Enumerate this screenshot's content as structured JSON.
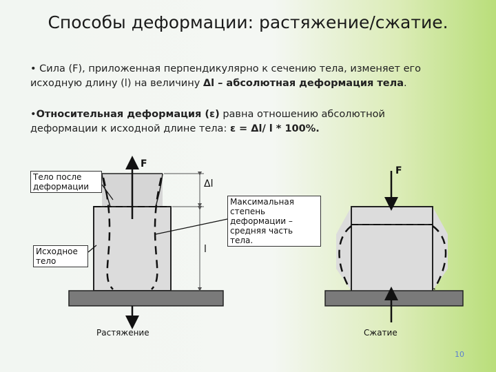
{
  "slide": {
    "title": "Способы деформации: растяжение/сжатие.",
    "para1": {
      "bullet": "•",
      "text1": "Сила (F), приложенная перпендикулярно к сечению тела, изменяет его исходную длину (l) на величину ",
      "bold": "Δl – абсолютная деформация тела",
      "text2": "."
    },
    "para2": {
      "bullet": "•",
      "bold1": "Относительная деформация (ε)",
      "text1": " равна отношению абсолютной деформации к исходной длине тела: ",
      "bold2": "ε = Δl/ l * 100%."
    },
    "page_number": "10"
  },
  "tension": {
    "force_label": "F",
    "after_label": "Тело после деформации",
    "original_label": "Исходное тело",
    "delta_label": "Δl",
    "length_label": "l",
    "caption": "Растяжение"
  },
  "compression": {
    "force_label": "F",
    "max_label": "Максимальная степень деформации – средняя часть тела.",
    "caption": "Сжатие"
  }
}
